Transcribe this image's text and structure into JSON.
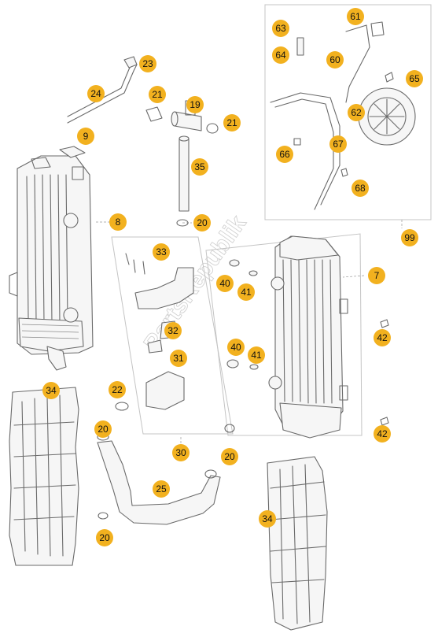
{
  "diagram": {
    "watermark": "PartsRepublik",
    "callouts": [
      {
        "id": "c-63",
        "label": "63"
      },
      {
        "id": "c-61",
        "label": "61"
      },
      {
        "id": "c-64",
        "label": "64"
      },
      {
        "id": "c-60",
        "label": "60"
      },
      {
        "id": "c-65",
        "label": "65"
      },
      {
        "id": "c-62",
        "label": "62"
      },
      {
        "id": "c-67",
        "label": "67"
      },
      {
        "id": "c-66",
        "label": "66"
      },
      {
        "id": "c-68",
        "label": "68"
      },
      {
        "id": "c-99",
        "label": "99"
      },
      {
        "id": "c-23",
        "label": "23"
      },
      {
        "id": "c-24",
        "label": "24"
      },
      {
        "id": "c-21a",
        "label": "21"
      },
      {
        "id": "c-19",
        "label": "19"
      },
      {
        "id": "c-21b",
        "label": "21"
      },
      {
        "id": "c-9",
        "label": "9"
      },
      {
        "id": "c-35",
        "label": "35"
      },
      {
        "id": "c-8",
        "label": "8"
      },
      {
        "id": "c-20a",
        "label": "20"
      },
      {
        "id": "c-33",
        "label": "33"
      },
      {
        "id": "c-7",
        "label": "7"
      },
      {
        "id": "c-40a",
        "label": "40"
      },
      {
        "id": "c-41a",
        "label": "41"
      },
      {
        "id": "c-32",
        "label": "32"
      },
      {
        "id": "c-42a",
        "label": "42"
      },
      {
        "id": "c-31",
        "label": "31"
      },
      {
        "id": "c-40b",
        "label": "40"
      },
      {
        "id": "c-41b",
        "label": "41"
      },
      {
        "id": "c-34a",
        "label": "34"
      },
      {
        "id": "c-22",
        "label": "22"
      },
      {
        "id": "c-42b",
        "label": "42"
      },
      {
        "id": "c-20b",
        "label": "20"
      },
      {
        "id": "c-30",
        "label": "30"
      },
      {
        "id": "c-20c",
        "label": "20"
      },
      {
        "id": "c-25",
        "label": "25"
      },
      {
        "id": "c-34b",
        "label": "34"
      },
      {
        "id": "c-20d",
        "label": "20"
      }
    ]
  }
}
